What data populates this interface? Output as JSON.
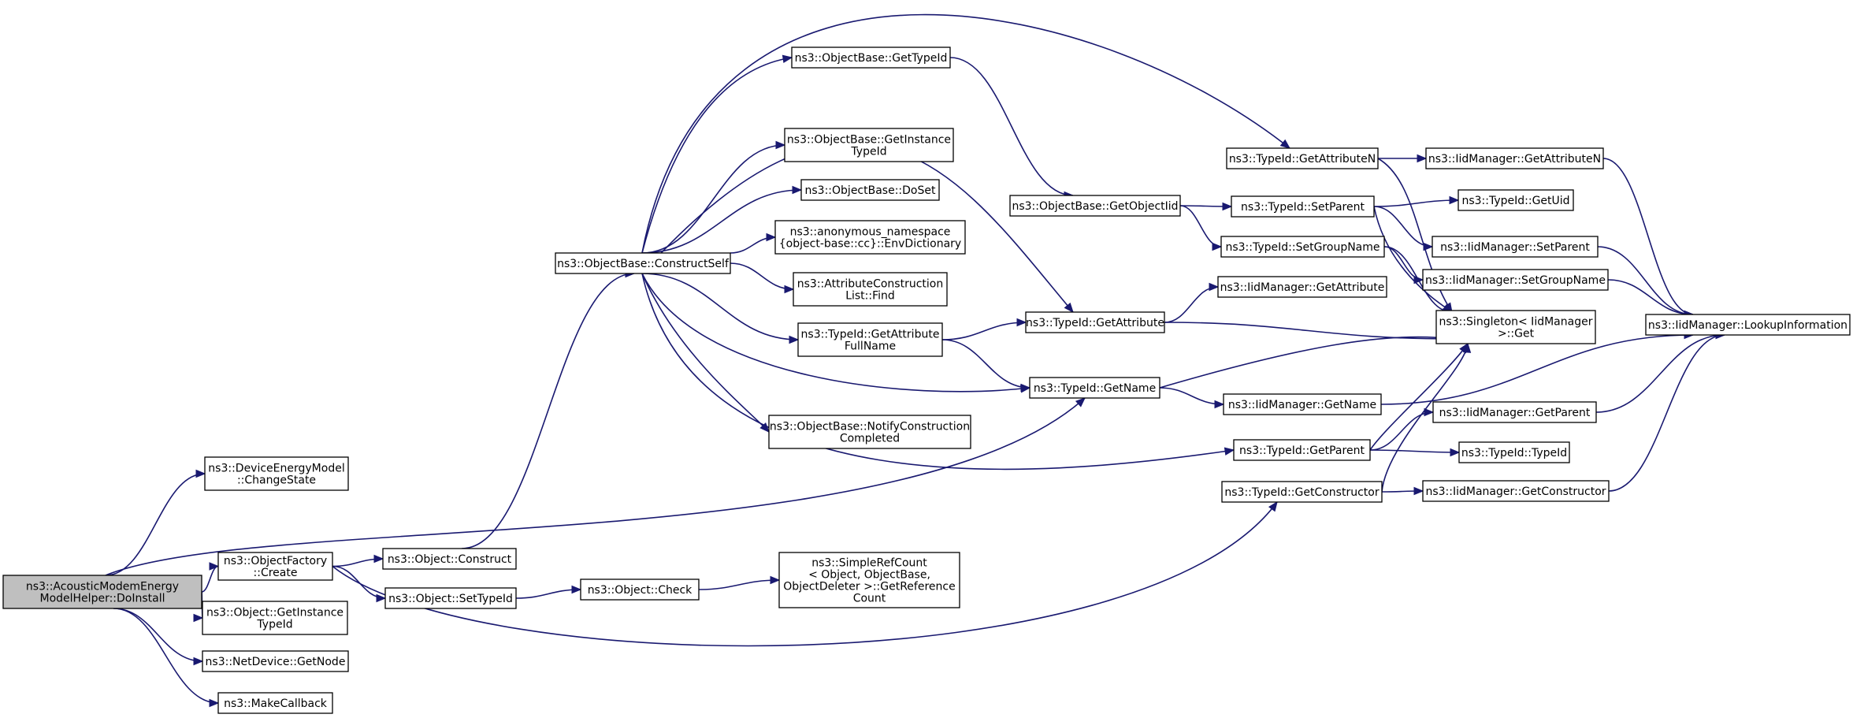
{
  "graph": {
    "nodes": [
      {
        "id": "n0",
        "label": [
          "ns3::AcousticModemEnergy",
          "ModelHelper::DoInstall"
        ],
        "root": true
      },
      {
        "id": "n1",
        "label": [
          "ns3::DeviceEnergyModel",
          "::ChangeState"
        ]
      },
      {
        "id": "n3",
        "label": [
          "ns3::ObjectFactory",
          "::Create"
        ]
      },
      {
        "id": "n4",
        "label": [
          "ns3::Object::GetInstance",
          "TypeId"
        ]
      },
      {
        "id": "n5",
        "label": [
          "ns3::NetDevice::GetNode"
        ]
      },
      {
        "id": "n6",
        "label": [
          "ns3::MakeCallback"
        ]
      },
      {
        "id": "n7",
        "label": [
          "ns3::Object::Construct"
        ]
      },
      {
        "id": "n8",
        "label": [
          "ns3::Object::SetTypeId"
        ]
      },
      {
        "id": "n9",
        "label": [
          "ns3::ObjectBase::ConstructSelf"
        ]
      },
      {
        "id": "n10",
        "label": [
          "ns3::Object::Check"
        ]
      },
      {
        "id": "n11",
        "label": [
          "ns3::SimpleRefCount",
          "< Object, ObjectBase,",
          "ObjectDeleter >::GetReference",
          "Count"
        ]
      },
      {
        "id": "n12",
        "label": [
          "ns3::ObjectBase::GetTypeId"
        ]
      },
      {
        "id": "n13",
        "label": [
          "ns3::ObjectBase::GetInstance",
          "TypeId"
        ]
      },
      {
        "id": "n14",
        "label": [
          "ns3::ObjectBase::DoSet"
        ]
      },
      {
        "id": "n15",
        "label": [
          "ns3::anonymous_namespace",
          "{object-base::cc}::EnvDictionary"
        ]
      },
      {
        "id": "n16",
        "label": [
          "ns3::AttributeConstruction",
          "List::Find"
        ]
      },
      {
        "id": "n17",
        "label": [
          "ns3::TypeId::GetAttribute",
          "FullName"
        ]
      },
      {
        "id": "n18",
        "label": [
          "ns3::ObjectBase::NotifyConstruction",
          "Completed"
        ]
      },
      {
        "id": "n19",
        "label": [
          "ns3::ObjectBase::GetObjectIid"
        ]
      },
      {
        "id": "n20",
        "label": [
          "ns3::TypeId::GetAttribute"
        ]
      },
      {
        "id": "n2",
        "label": [
          "ns3::TypeId::GetName"
        ]
      },
      {
        "id": "n21",
        "label": [
          "ns3::TypeId::GetAttributeN"
        ]
      },
      {
        "id": "n22",
        "label": [
          "ns3::TypeId::SetParent"
        ]
      },
      {
        "id": "n23",
        "label": [
          "ns3::TypeId::SetGroupName"
        ]
      },
      {
        "id": "n24",
        "label": [
          "ns3::IidManager::GetAttribute"
        ]
      },
      {
        "id": "n25",
        "label": [
          "ns3::IidManager::GetName"
        ]
      },
      {
        "id": "n26",
        "label": [
          "ns3::TypeId::GetParent"
        ]
      },
      {
        "id": "n27",
        "label": [
          "ns3::TypeId::GetConstructor"
        ]
      },
      {
        "id": "n28",
        "label": [
          "ns3::IidManager::GetAttributeN"
        ]
      },
      {
        "id": "n29",
        "label": [
          "ns3::TypeId::GetUid"
        ]
      },
      {
        "id": "n30",
        "label": [
          "ns3::IidManager::SetParent"
        ]
      },
      {
        "id": "n31",
        "label": [
          "ns3::IidManager::SetGroupName"
        ]
      },
      {
        "id": "n32",
        "label": [
          "ns3::Singleton< IidManager",
          ">::Get"
        ]
      },
      {
        "id": "n33",
        "label": [
          "ns3::IidManager::GetParent"
        ]
      },
      {
        "id": "n34",
        "label": [
          "ns3::TypeId::TypeId"
        ]
      },
      {
        "id": "n35",
        "label": [
          "ns3::IidManager::GetConstructor"
        ]
      },
      {
        "id": "n36",
        "label": [
          "ns3::IidManager::LookupInformation"
        ]
      }
    ],
    "edges": [
      [
        "n0",
        "n1"
      ],
      [
        "n0",
        "n2"
      ],
      [
        "n0",
        "n3"
      ],
      [
        "n0",
        "n4"
      ],
      [
        "n0",
        "n5"
      ],
      [
        "n0",
        "n6"
      ],
      [
        "n3",
        "n7"
      ],
      [
        "n3",
        "n8"
      ],
      [
        "n3",
        "n27"
      ],
      [
        "n7",
        "n9"
      ],
      [
        "n8",
        "n10"
      ],
      [
        "n10",
        "n11"
      ],
      [
        "n9",
        "n12"
      ],
      [
        "n9",
        "n13"
      ],
      [
        "n9",
        "n14"
      ],
      [
        "n9",
        "n15"
      ],
      [
        "n9",
        "n16"
      ],
      [
        "n9",
        "n17"
      ],
      [
        "n9",
        "n18"
      ],
      [
        "n9",
        "n20"
      ],
      [
        "n9",
        "n2"
      ],
      [
        "n9",
        "n21"
      ],
      [
        "n9",
        "n26"
      ],
      [
        "n12",
        "n19"
      ],
      [
        "n19",
        "n22"
      ],
      [
        "n19",
        "n23"
      ],
      [
        "n17",
        "n20"
      ],
      [
        "n17",
        "n2"
      ],
      [
        "n20",
        "n24"
      ],
      [
        "n20",
        "n32"
      ],
      [
        "n2",
        "n25"
      ],
      [
        "n2",
        "n32"
      ],
      [
        "n21",
        "n28"
      ],
      [
        "n21",
        "n32"
      ],
      [
        "n22",
        "n29"
      ],
      [
        "n22",
        "n30"
      ],
      [
        "n22",
        "n32"
      ],
      [
        "n23",
        "n31"
      ],
      [
        "n23",
        "n32"
      ],
      [
        "n26",
        "n33"
      ],
      [
        "n26",
        "n34"
      ],
      [
        "n26",
        "n32"
      ],
      [
        "n27",
        "n35"
      ],
      [
        "n27",
        "n32"
      ],
      [
        "n25",
        "n36"
      ],
      [
        "n28",
        "n36"
      ],
      [
        "n30",
        "n36"
      ],
      [
        "n31",
        "n36"
      ],
      [
        "n33",
        "n36"
      ],
      [
        "n35",
        "n36"
      ]
    ]
  }
}
